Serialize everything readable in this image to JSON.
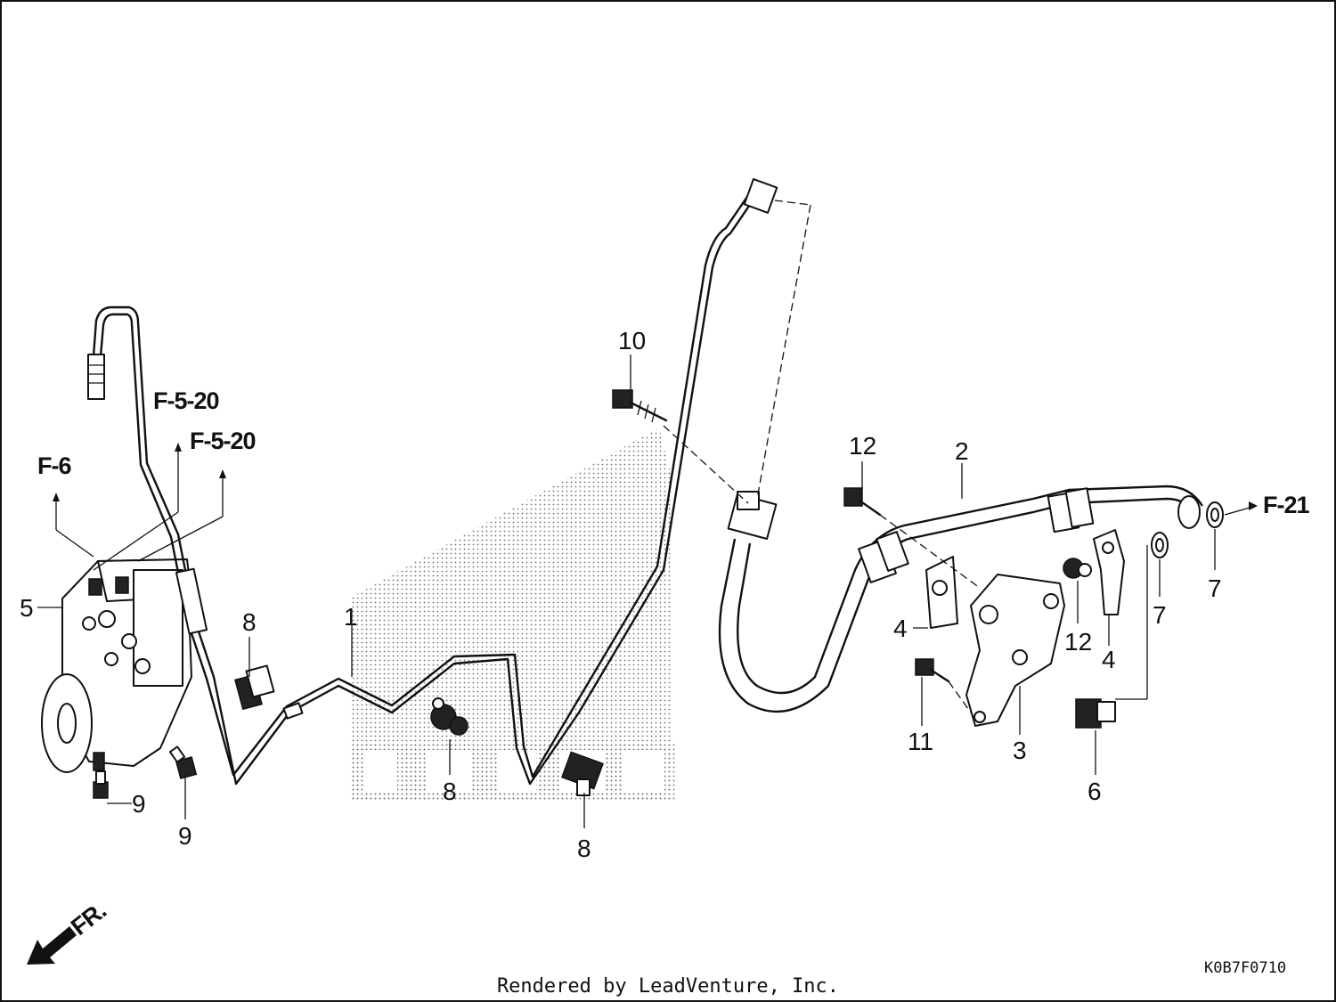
{
  "diagram": {
    "callouts": [
      {
        "id": "c1",
        "label": "1"
      },
      {
        "id": "c2",
        "label": "2"
      },
      {
        "id": "c3",
        "label": "3"
      },
      {
        "id": "c4a",
        "label": "4"
      },
      {
        "id": "c4b",
        "label": "4"
      },
      {
        "id": "c5",
        "label": "5"
      },
      {
        "id": "c6",
        "label": "6"
      },
      {
        "id": "c7a",
        "label": "7"
      },
      {
        "id": "c7b",
        "label": "7"
      },
      {
        "id": "c8a",
        "label": "8"
      },
      {
        "id": "c8b",
        "label": "8"
      },
      {
        "id": "c8c",
        "label": "8"
      },
      {
        "id": "c9a",
        "label": "9"
      },
      {
        "id": "c9b",
        "label": "9"
      },
      {
        "id": "c10",
        "label": "10"
      },
      {
        "id": "c11",
        "label": "11"
      },
      {
        "id": "c12a",
        "label": "12"
      },
      {
        "id": "c12b",
        "label": "12"
      }
    ],
    "references": {
      "f6": "F-6",
      "f520a": "F-5-20",
      "f520b": "F-5-20",
      "f21": "F-21"
    },
    "front_marker": "FR.",
    "diagram_code": "K0B7F0710",
    "credit": "Rendered by LeadVenture, Inc."
  }
}
